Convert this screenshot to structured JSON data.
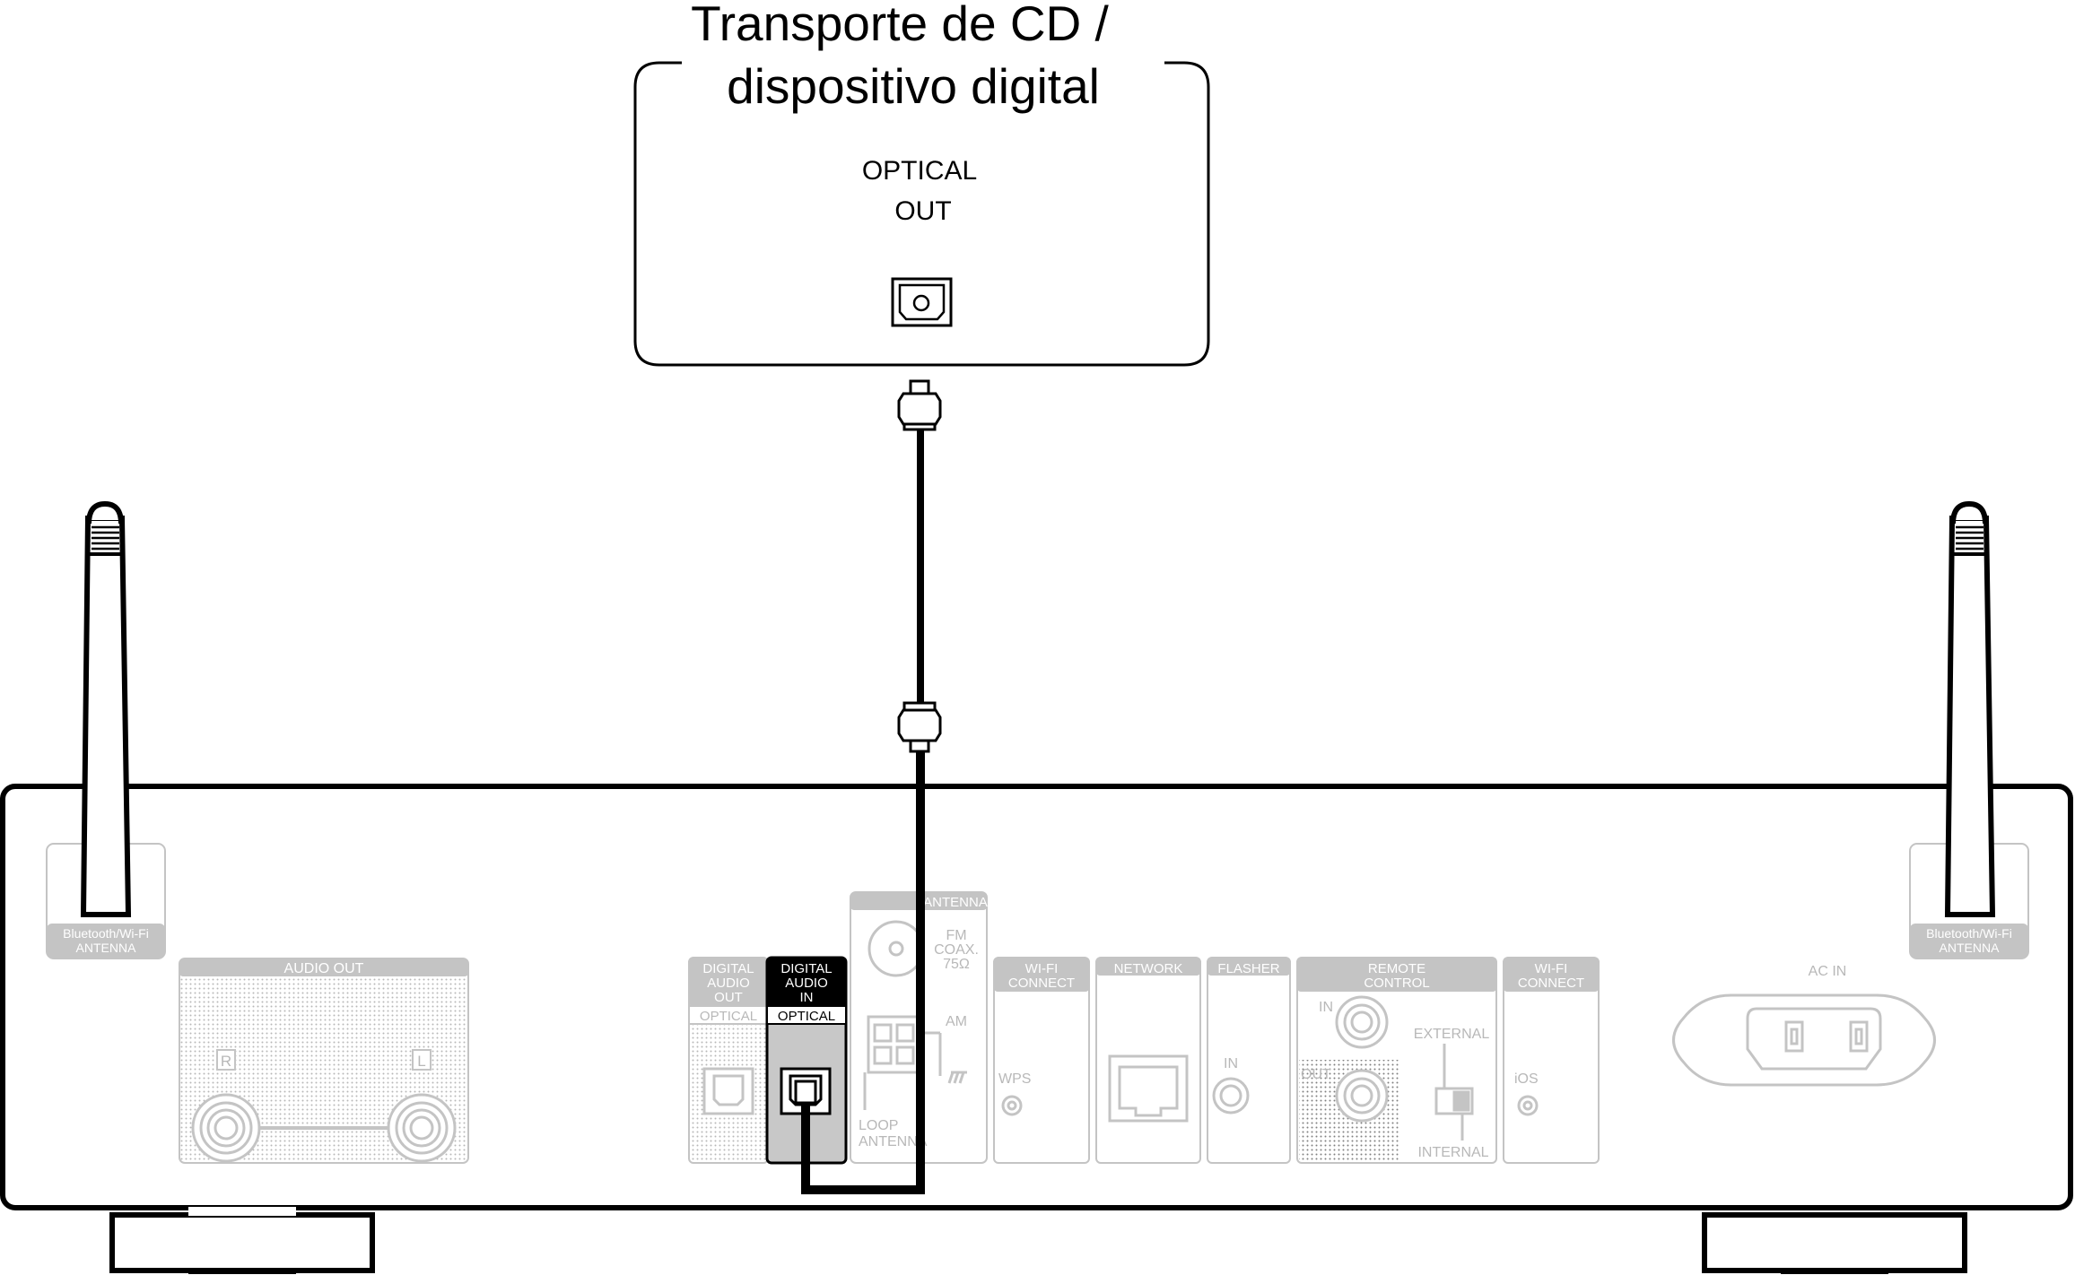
{
  "source_device": {
    "title_line1": "Transporte de CD /",
    "title_line2": "dispositivo digital",
    "port_line1": "OPTICAL",
    "port_line2": "OUT"
  },
  "rear_panel": {
    "antenna_left": {
      "line1": "Bluetooth/Wi-Fi",
      "line2": "ANTENNA"
    },
    "antenna_right": {
      "line1": "Bluetooth/Wi-Fi",
      "line2": "ANTENNA"
    },
    "audio_out": {
      "title": "AUDIO OUT",
      "right": "R",
      "left": "L"
    },
    "digital_audio_out": {
      "line1": "DIGITAL",
      "line2": "AUDIO",
      "line3": "OUT",
      "port": "OPTICAL"
    },
    "digital_audio_in": {
      "line1": "DIGITAL",
      "line2": "AUDIO",
      "line3": "IN",
      "port": "OPTICAL"
    },
    "antenna": {
      "title": "ANTENNA",
      "fm1": "FM",
      "fm2": "COAX.",
      "fm3": "75Ω",
      "am": "AM",
      "loop1": "LOOP",
      "loop2": "ANTENNA"
    },
    "wifi_connect_1": {
      "line1": "WI-FI",
      "line2": "CONNECT",
      "button": "WPS"
    },
    "network": {
      "title": "NETWORK"
    },
    "flasher": {
      "title": "FLASHER",
      "in": "IN"
    },
    "remote_control": {
      "line1": "REMOTE",
      "line2": "CONTROL",
      "in": "IN",
      "out": "OUT",
      "external": "EXTERNAL",
      "internal": "INTERNAL"
    },
    "wifi_connect_2": {
      "line1": "WI-FI",
      "line2": "CONNECT",
      "button": "iOS"
    },
    "ac_in": {
      "title": "AC IN"
    }
  },
  "colors": {
    "line": "#000000",
    "inactive": "#b8b8b8",
    "highlight_fill": "#c8c8c8"
  }
}
